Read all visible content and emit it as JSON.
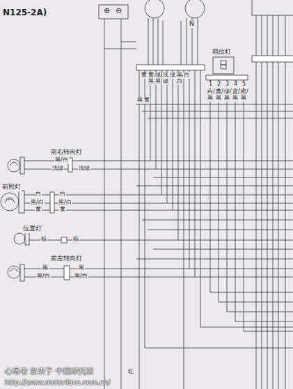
{
  "diagram": {
    "nodes": [
      {
        "text": [
          "档位灯"
        ]
      },
      {
        "text": [
          "前右转向灯"
        ]
      },
      {
        "text": [
          "前照灯"
        ]
      },
      {
        "text": [
          "位置灯"
        ]
      },
      {
        "text": [
          "前左转向灯"
        ]
      }
    ],
    "labels": [
      "N125-2A)",
      "⊕",
      "⊖",
      "N",
      "黄",
      "黄/黑",
      "绿/黑",
      "浅绿",
      "绿",
      "黑/白",
      "白",
      "黑",
      "黄",
      "1",
      "2",
      "3",
      "4",
      "5",
      "白/黑",
      "黄/黑",
      "绿/黑",
      "蓝/黑",
      "橙/黑",
      "黑/白",
      "浅绿",
      "浅绿",
      "白",
      "白",
      "黑/白",
      "黑/白",
      "黄",
      "黄",
      "棕",
      "棕",
      "黑",
      "黑",
      "黑/白",
      "黑/白",
      "红",
      "心语者 发表于 中国摩托迷",
      "http://www.motorfans.com.cn/"
    ]
  }
}
